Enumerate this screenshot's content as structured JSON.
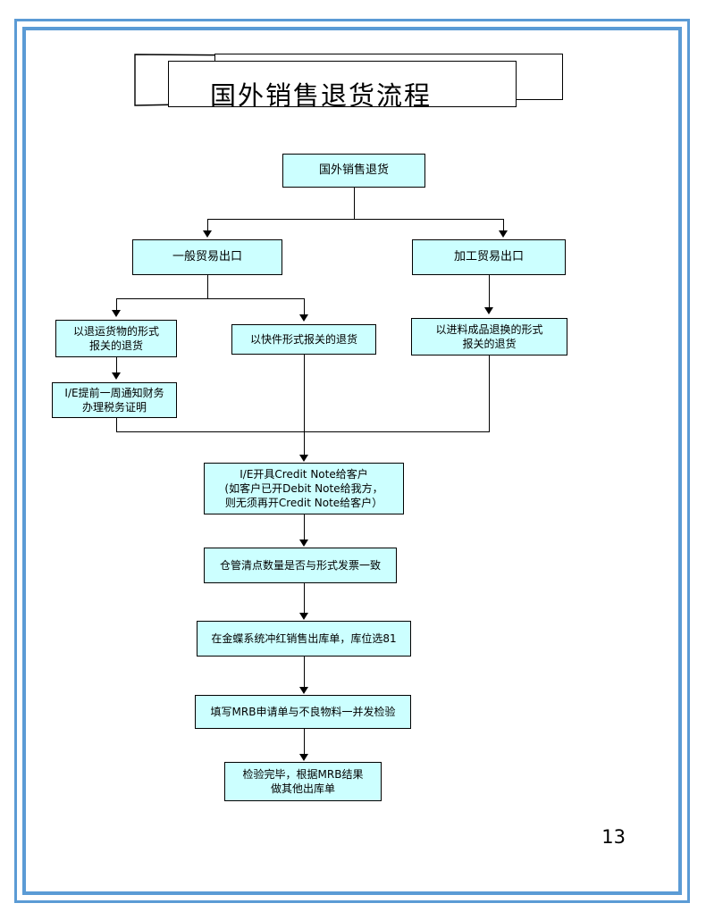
{
  "page": {
    "title": "国外销售退货流程",
    "page_number": "13",
    "border_color": "#5b9bd5",
    "node_fill": "#ccffff",
    "node_border": "#000000"
  },
  "chart_data": {
    "type": "diagram",
    "title": "国外销售退货流程",
    "nodes": [
      {
        "id": "start",
        "label": "国外销售退货"
      },
      {
        "id": "general",
        "label": "一般贸易出口"
      },
      {
        "id": "process",
        "label": "加工贸易出口"
      },
      {
        "id": "return1",
        "label": "以退运货物的形式\n报关的退货"
      },
      {
        "id": "return2",
        "label": "以快件形式报关的退货"
      },
      {
        "id": "return3",
        "label": "以进料成品退换的形式\n报关的退货"
      },
      {
        "id": "ie_tax",
        "label": "I/E提前一周通知财务\n办理税务证明"
      },
      {
        "id": "credit",
        "label": "I/E开具Credit  Note给客户\n(如客户已开Debit  Note给我方，\n则无须再开Credit  Note给客户）"
      },
      {
        "id": "check",
        "label": "仓管清点数量是否与形式发票一致"
      },
      {
        "id": "kingdee",
        "label": "在金蝶系统冲红销售出库单，库位选81"
      },
      {
        "id": "mrb",
        "label": "填写MRB申请单与不良物料一并发检验"
      },
      {
        "id": "final",
        "label": "检验完毕，根据MRB结果\n做其他出库单"
      }
    ],
    "edges": [
      {
        "from": "start",
        "to": "general"
      },
      {
        "from": "start",
        "to": "process"
      },
      {
        "from": "general",
        "to": "return1"
      },
      {
        "from": "general",
        "to": "return2"
      },
      {
        "from": "process",
        "to": "return3"
      },
      {
        "from": "return1",
        "to": "ie_tax"
      },
      {
        "from": "ie_tax",
        "to": "credit"
      },
      {
        "from": "return2",
        "to": "credit"
      },
      {
        "from": "return3",
        "to": "credit"
      },
      {
        "from": "credit",
        "to": "check"
      },
      {
        "from": "check",
        "to": "kingdee"
      },
      {
        "from": "kingdee",
        "to": "mrb"
      },
      {
        "from": "mrb",
        "to": "final"
      }
    ]
  }
}
